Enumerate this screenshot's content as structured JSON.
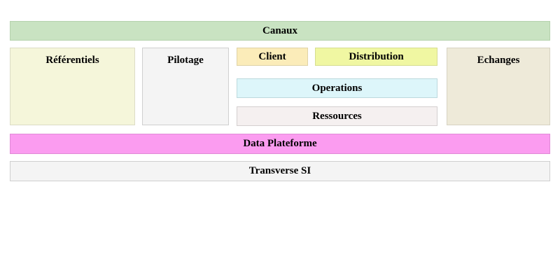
{
  "diagram": {
    "title_band": {
      "id": "canaux",
      "label": "Canaux",
      "color": "#c9e3c2",
      "border": "#b5d2ad"
    },
    "columns": [
      {
        "id": "referentiels",
        "label": "Référentiels",
        "color": "#f5f6da",
        "border": "#dcdcc6"
      },
      {
        "id": "pilotage",
        "label": "Pilotage",
        "color": "#f4f4f4",
        "border": "#cfcfcf"
      }
    ],
    "center_stack": {
      "top_row": [
        {
          "id": "client",
          "label": "Client",
          "color": "#fbecb9",
          "border": "#dfd3a6"
        },
        {
          "id": "distribution",
          "label": "Distribution",
          "color": "#f0f7a2",
          "border": "#d6dd90"
        }
      ],
      "rows": [
        {
          "id": "operations",
          "label": "Operations",
          "color": "#ddf6fa",
          "border": "#bcd9dd"
        },
        {
          "id": "ressources",
          "label": "Ressources",
          "color": "#f5f0f0",
          "border": "#d4cfcf"
        }
      ]
    },
    "right_column": {
      "id": "echanges",
      "label": "Echanges",
      "color": "#eeead9",
      "border": "#d6d2c2"
    },
    "footer_bands": [
      {
        "id": "data-plateforme",
        "label": "Data Plateforme",
        "color": "#fb9cf0",
        "border": "#e08ad6"
      },
      {
        "id": "transverse-si",
        "label": "Transverse SI",
        "color": "#f4f4f4",
        "border": "#cfcfcf"
      }
    ]
  }
}
